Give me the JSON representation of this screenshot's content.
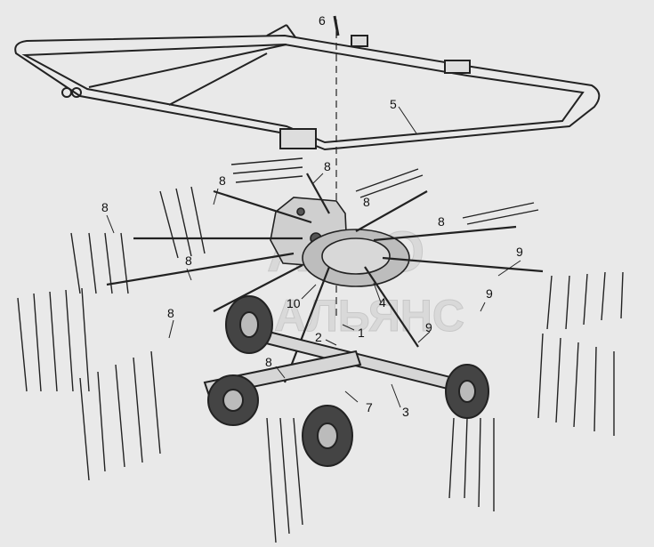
{
  "labels": [
    "1",
    "2",
    "3",
    "4",
    "5",
    "6",
    "7",
    "8",
    "9",
    "10"
  ],
  "watermark": {
    "line1": "АВТО",
    "line2": "АЛЬЯНС"
  }
}
